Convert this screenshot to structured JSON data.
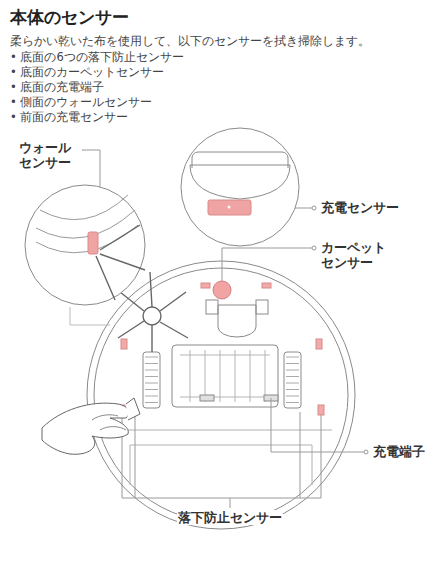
{
  "diagram": {
    "title": "本体のセンサー",
    "labels": [
      "柔らかい乾いた布を使用して、以下のセンサーを拭き掃除します。",
      "• 底面の6つの落下防止センサー",
      "• 底面のカーペットセンサー",
      "• 底面の充電端子",
      "• 側面のウォールセンサー",
      "• 前面の充電センサー",
      "ウォール センサー",
      "充電センサー",
      "カーペット センサー",
      "充電端子",
      "落下防止センサー"
    ]
  }
}
